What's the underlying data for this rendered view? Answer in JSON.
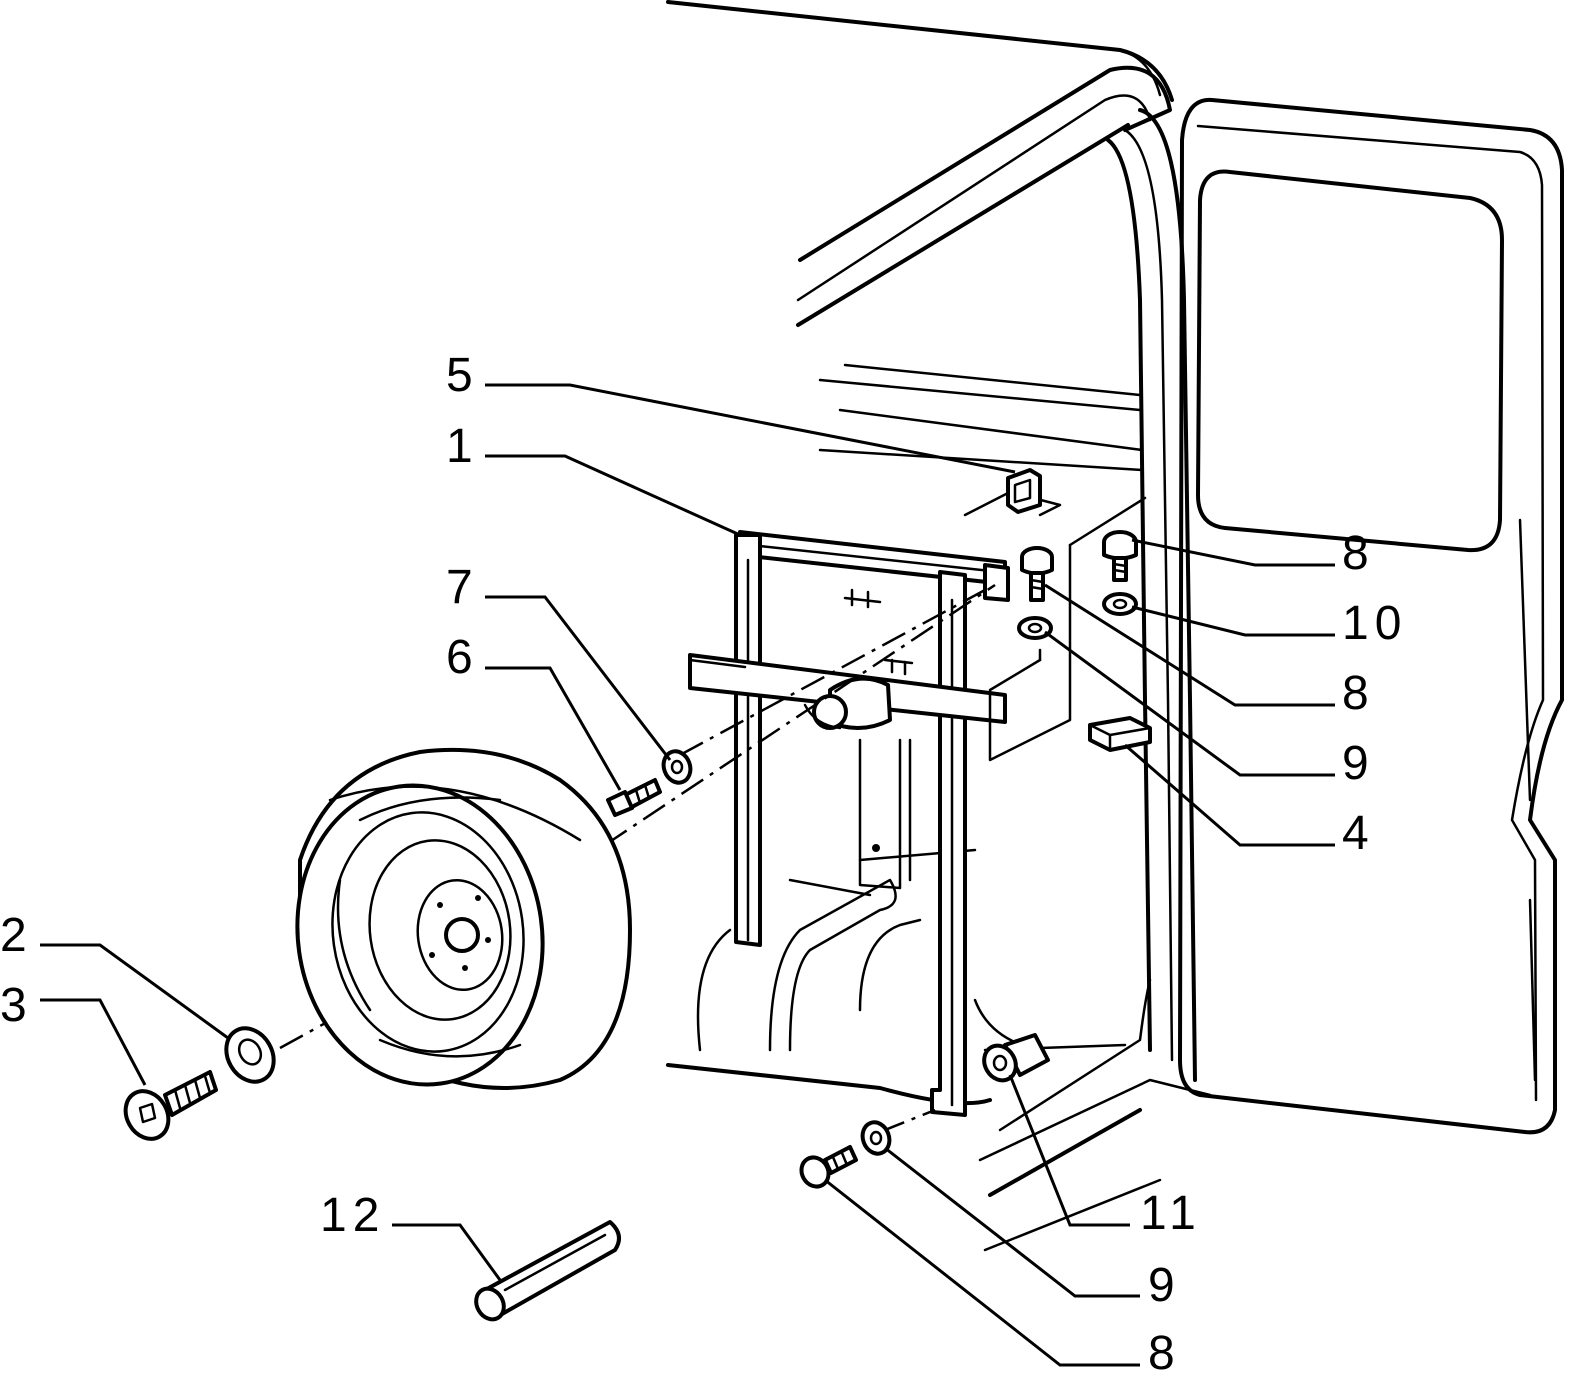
{
  "callouts": [
    {
      "id": "5"
    },
    {
      "id": "1"
    },
    {
      "id": "7"
    },
    {
      "id": "6"
    },
    {
      "id": "2"
    },
    {
      "id": "3"
    },
    {
      "id": "12"
    },
    {
      "id": "8"
    },
    {
      "id": "10"
    },
    {
      "id": "8"
    },
    {
      "id": "9"
    },
    {
      "id": "4"
    },
    {
      "id": "11"
    },
    {
      "id": "9"
    },
    {
      "id": "8"
    }
  ],
  "colors": {
    "ink": "#000000",
    "paper": "#ffffff"
  }
}
